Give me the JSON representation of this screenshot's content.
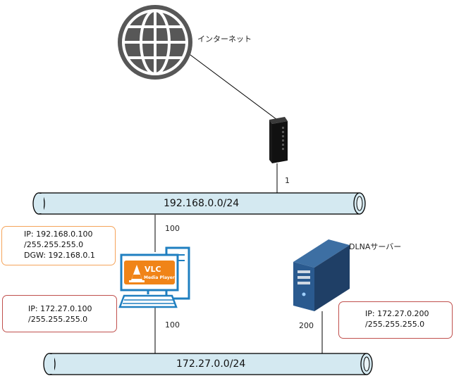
{
  "internet": {
    "label": "インターネット"
  },
  "networks": {
    "lan1": {
      "label": "192.168.0.0/24"
    },
    "lan2": {
      "label": "172.27.0.0/24"
    }
  },
  "hosts": {
    "router": {
      "host_number": "1"
    },
    "pc": {
      "host_lan1": "100",
      "host_lan2": "100",
      "logo_line1": "VLC",
      "logo_line2": "Media Player"
    },
    "dlna": {
      "label": "DLNAサーバー",
      "host_lan2": "200"
    }
  },
  "callouts": {
    "pc_lan1": {
      "line1": "IP: 192.168.0.100",
      "line2": "/255.255.255.0",
      "line3": "DGW: 192.168.0.1"
    },
    "pc_lan2": {
      "line1": "IP: 172.27.0.100",
      "line2": "/255.255.255.0"
    },
    "dlna_lan2": {
      "line1": "IP: 172.27.0.200",
      "line2": "/255.255.255.0"
    }
  },
  "colors": {
    "pipe_fill": "#d4e9f1",
    "pipe_stroke": "#000000",
    "callout_orange": "#f5a45a",
    "callout_red": "#c0504d"
  }
}
